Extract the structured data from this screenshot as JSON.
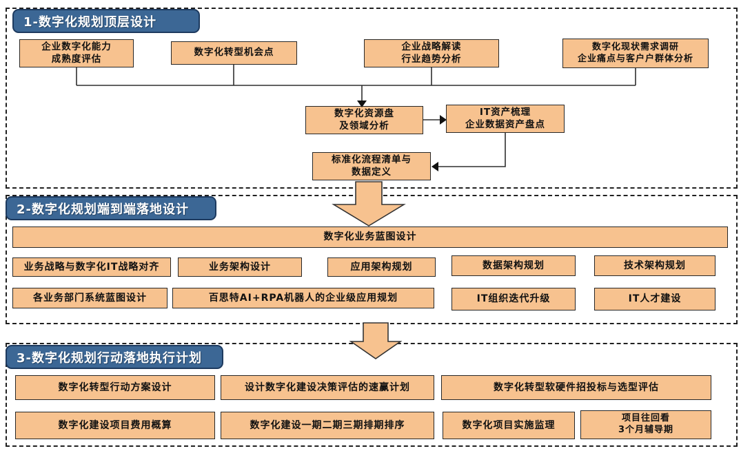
{
  "colors": {
    "box_fill": "#f7c28f",
    "box_border": "#262626",
    "title_fill": "#3c6795",
    "title_border": "#1d3a5f",
    "title_text": "#ffffff",
    "connector": "#2e2e2e",
    "dashed_border": "#1f1f1f"
  },
  "section1": {
    "title": "1-数字化规划顶层设计",
    "top_row": [
      "企业数字化能力\n成熟度评估",
      "数字化转型机会点",
      "企业战略解读\n行业趋势分析",
      "数字化现状需求调研\n企业痛点与客户户群体分析"
    ],
    "mid": {
      "resource": "数字化资源盘\n及领域分析",
      "it_assets": "IT资产梳理\n企业数据资产盘点",
      "process": "标准化流程清单与\n数据定义"
    }
  },
  "section2": {
    "title": "2-数字化规划端到端落地设计",
    "blueprint_bar": "数字化业务蓝图设计",
    "row1": [
      "业务战略与数字化IT战略对齐",
      "业务架构设计",
      "应用架构规划",
      "数据架构规划",
      "技术架构规划"
    ],
    "row2": [
      "各业务部门系统蓝图设计",
      "百思特AI+RPA机器人的企业级应用规划",
      "IT组织迭代升级",
      "IT人才建设"
    ]
  },
  "section3": {
    "title": "3-数字化规划行动落地执行计划",
    "row1": [
      "数字化转型行动方案设计",
      "设计数字化建设决策评估的速赢计划",
      "数字化转型软硬件招投标与选型评估"
    ],
    "row2": [
      "数字化建设项目费用概算",
      "数字化建设一期二期三期排期排序",
      "数字化项目实施监理",
      "项目往回看\n3个月辅导期"
    ]
  }
}
